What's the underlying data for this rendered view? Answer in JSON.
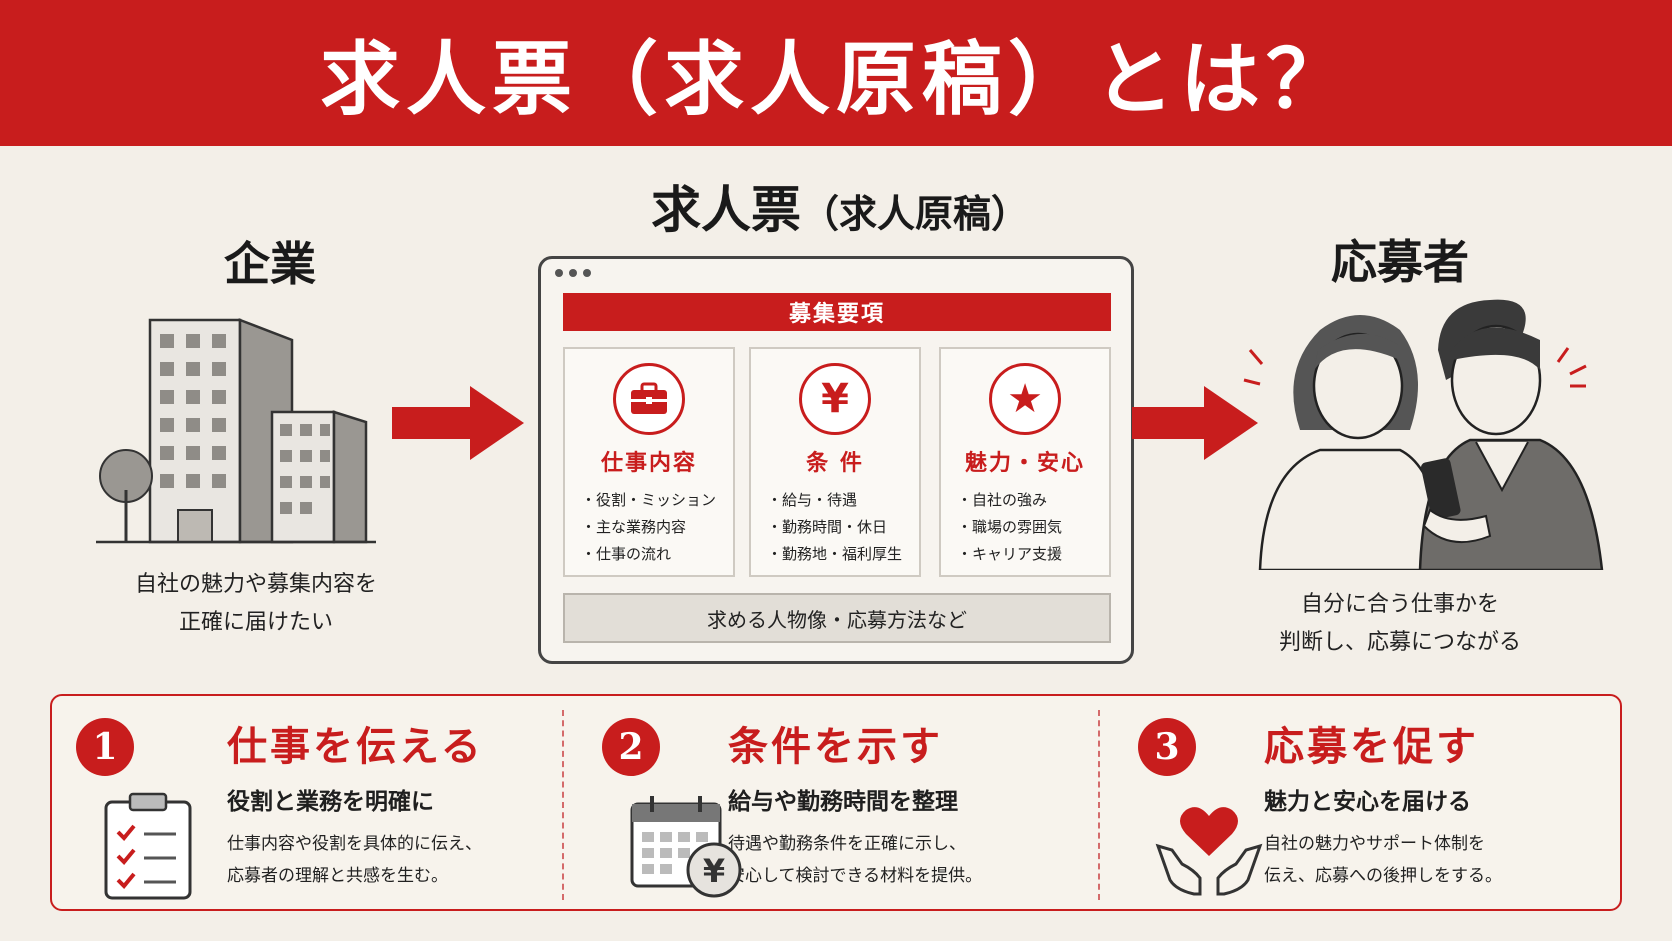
{
  "header": {
    "title": "求人票（求人原稿）とは？"
  },
  "company": {
    "title": "企業",
    "caption_line1": "自社の魅力や募集内容を",
    "caption_line2": "正確に届けたい"
  },
  "job_posting": {
    "title": "求人票",
    "title_paren": "（求人原稿）",
    "requirements_label": "募集要項",
    "boxes": [
      {
        "icon": "briefcase-icon",
        "title": "仕事内容",
        "items": [
          "役割・ミッション",
          "主な業務内容",
          "仕事の流れ"
        ]
      },
      {
        "icon": "yen-icon",
        "title": "条 件",
        "items": [
          "給与・待遇",
          "勤務時間・休日",
          "勤務地・福利厚生"
        ]
      },
      {
        "icon": "star-icon",
        "title": "魅力・安心",
        "items": [
          "自社の強み",
          "職場の雰囲気",
          "キャリア支援"
        ]
      }
    ],
    "footer": "求める人物像・応募方法など"
  },
  "applicant": {
    "title": "応募者",
    "caption_line1": "自分に合う仕事かを",
    "caption_line2": "判断し、応募につながる"
  },
  "points": [
    {
      "number": "1",
      "heading": "仕事を伝える",
      "subheading": "役割と業務を明確に",
      "desc_line1": "仕事内容や役割を具体的に伝え、",
      "desc_line2": "応募者の理解と共感を生む。",
      "icon": "clipboard-checklist-icon"
    },
    {
      "number": "2",
      "heading": "条件を示す",
      "subheading": "給与や勤務時間を整理",
      "desc_line1": "待遇や勤務条件を正確に示し、",
      "desc_line2": "安心して検討できる材料を提供。",
      "icon": "calendar-yen-icon"
    },
    {
      "number": "3",
      "heading": "応募を促す",
      "subheading": "魅力と安心を届ける",
      "desc_line1": "自社の魅力やサポート体制を",
      "desc_line2": "伝え、応募への後押しをする。",
      "icon": "heart-hands-icon"
    }
  ],
  "colors": {
    "accent": "#c81d1d",
    "background": "#f3efe8"
  }
}
